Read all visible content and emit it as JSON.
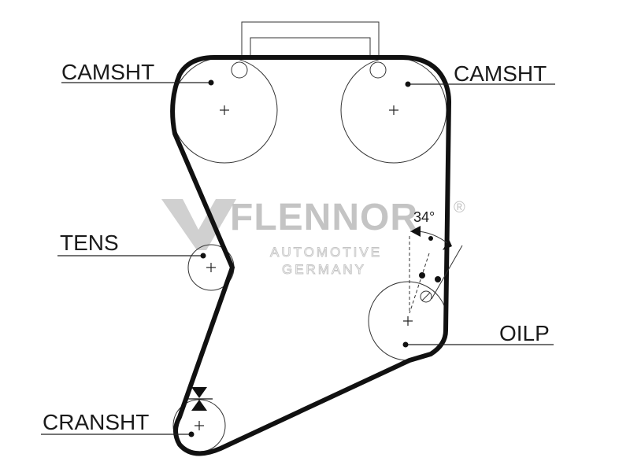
{
  "diagram": {
    "watermark": {
      "brand": "FLENNOR",
      "registered": "®",
      "line1": "AUTOMOTIVE",
      "line2": "GERMANY"
    },
    "labels": {
      "camshaft_left": "CAMSHT",
      "camshaft_right": "CAMSHT",
      "tensioner": "TENS",
      "oil_pump": "OILP",
      "crankshaft": "CRANSHT"
    },
    "angle": "34°",
    "colors": {
      "belt": "#111111",
      "watermark": "#c4c4c4",
      "text": "#1a1a1a"
    }
  }
}
